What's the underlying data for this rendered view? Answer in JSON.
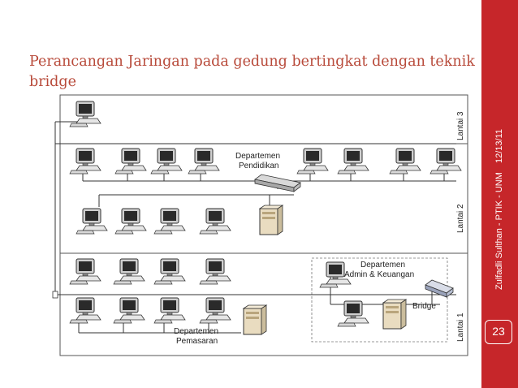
{
  "slide": {
    "title_line1": "Perancangan Jaringan pada gedung bertingkat dengan teknik",
    "title_line2": "bridge",
    "date": "12/13/11",
    "footer": "Zulfadli Sulthan - PTIK - UNM",
    "page_number": "23",
    "accent_color": "#c6262a",
    "title_color": "#b84a3a"
  },
  "diagram": {
    "floors": [
      "Lantai 3",
      "Lantai 2",
      "Lantai 1"
    ],
    "dept_pendidikan": [
      "Departemen",
      "Pendidikan"
    ],
    "dept_admin": [
      "Departemen",
      "Admin & Keuangan"
    ],
    "dept_pemasaran": [
      "Departemen",
      "Pemasaran"
    ],
    "bridge_label": "Bridge"
  }
}
